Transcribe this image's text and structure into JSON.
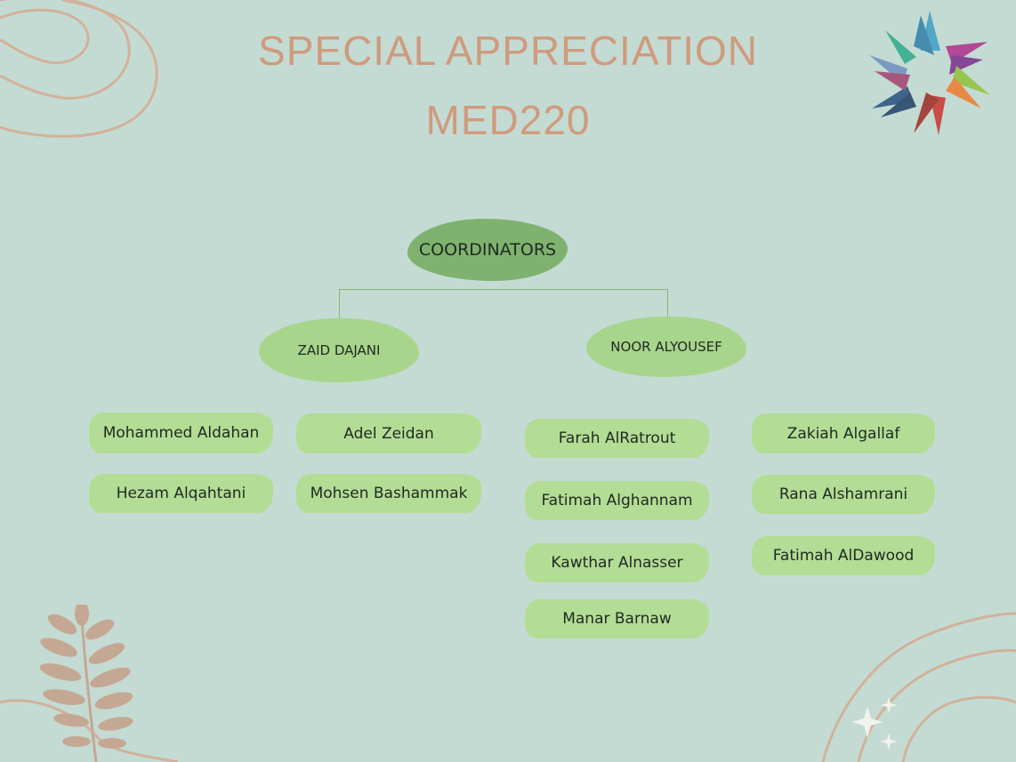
{
  "title": {
    "line1": "SPECIAL APPRECIATION",
    "line2": "MED220"
  },
  "coordinators": {
    "label": "COORDINATORS",
    "leads": [
      {
        "name": "ZAID DAJANI",
        "members_col1": [
          "Mohammed Aldahan",
          "Hezam Alqahtani"
        ],
        "members_col2": [
          "Adel Zeidan",
          "Mohsen Bashammak"
        ]
      },
      {
        "name": "NOOR ALYOUSEF",
        "members_col1": [
          "Farah AlRatrout",
          "Fatimah Alghannam",
          "Kawthar Alnasser",
          "Manar Barnaw"
        ],
        "members_col2": [
          "Zakiah Algallaf",
          "Rana Alshamrani",
          "Fatimah AlDawood"
        ]
      }
    ]
  },
  "colors": {
    "background": "#c4dbd3",
    "title": "#cf9b7d",
    "coordinator_fill": "#7fb26e",
    "lead_fill": "#a7d58c",
    "member_fill": "#b3dc95",
    "decor_line": "#d1b29a",
    "leaf": "#c4a893"
  },
  "icons": [
    "contour-lines-decoration",
    "star-logo",
    "leaf-branch-decoration",
    "sparkle-icon"
  ]
}
